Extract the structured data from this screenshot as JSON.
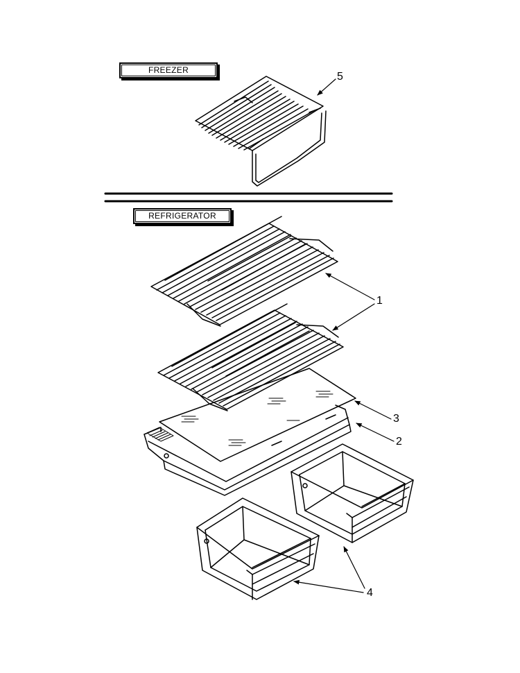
{
  "sections": {
    "freezer_label": "FREEZER",
    "refrigerator_label": "REFRIGERATOR"
  },
  "callouts": {
    "c1": "1",
    "c2": "2",
    "c3": "3",
    "c4": "4",
    "c5": "5"
  }
}
